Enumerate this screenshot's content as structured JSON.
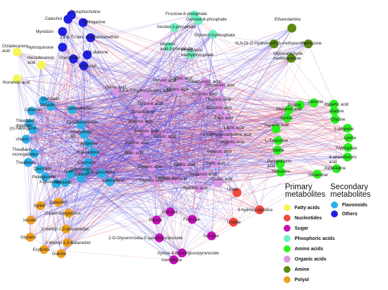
{
  "legend": {
    "primary_title": "Primary metabolites",
    "secondary_title": "Secondary metabolites",
    "primary": [
      {
        "key": "fatty",
        "label": "Fatty acids",
        "color": "#f5f55a"
      },
      {
        "key": "nuc",
        "label": "Nucleotides",
        "color": "#f04a3c"
      },
      {
        "key": "sugar",
        "label": "Sugar",
        "color": "#c410b4"
      },
      {
        "key": "phos",
        "label": "Phosphoric acids",
        "color": "#6ef0c4"
      },
      {
        "key": "amino",
        "label": "Amino acids",
        "color": "#2bf020"
      },
      {
        "key": "organic",
        "label": "Organic acids",
        "color": "#dc96e6"
      },
      {
        "key": "amine",
        "label": "Amine",
        "color": "#5a8a10"
      },
      {
        "key": "polyol",
        "label": "Polyol",
        "color": "#f0a020"
      }
    ],
    "secondary": [
      {
        "key": "flav",
        "label": "Flavonoids",
        "color": "#2ab0e6"
      },
      {
        "key": "other",
        "label": "Others",
        "color": "#2020e0"
      }
    ]
  },
  "nodes": [
    {
      "label": "Phosphocholine",
      "class": "other"
    },
    {
      "label": "Catechol",
      "class": "other"
    },
    {
      "label": "Sphinganine",
      "class": "other"
    },
    {
      "label": "Myristicin",
      "class": "other"
    },
    {
      "label": "2,4,6-Tri-tert.-butylbenzenethiol",
      "class": "other"
    },
    {
      "label": "Hydroquinone",
      "class": "other"
    },
    {
      "label": "Glycosides",
      "class": "other"
    },
    {
      "label": "1,2-diamine",
      "class": "other"
    },
    {
      "label": "acid ester",
      "class": "other"
    },
    {
      "label": "Octadecanoic acid",
      "class": "fatty"
    },
    {
      "label": "Hexadecanoic acid",
      "class": "fatty"
    },
    {
      "label": "Nonanoic acid",
      "class": "fatty"
    },
    {
      "label": "Fructose-6-phosphate",
      "class": "phos"
    },
    {
      "label": "Glucose-6-phosphate",
      "class": "phos"
    },
    {
      "label": "Inositol-1-phosphate",
      "class": "phos"
    },
    {
      "label": "Glycerol-3-phosphate",
      "class": "phos"
    },
    {
      "label": "Glyceric acid-3-phosphate",
      "class": "phos"
    },
    {
      "label": "Phosphoric triethylphosphate",
      "class": "phos"
    },
    {
      "label": "Ethanolamine",
      "class": "amine"
    },
    {
      "label": "N,N-Di-(2-Hydroxyethyl)-methylamine",
      "class": "amine"
    },
    {
      "label": "Putrescine",
      "class": "amine"
    },
    {
      "label": "Glyceraldehyde methoxyamine",
      "class": "amine"
    },
    {
      "label": "Proline",
      "class": "amino"
    },
    {
      "label": "Leucine",
      "class": "amino"
    },
    {
      "label": "Aspartic acid",
      "class": "amino"
    },
    {
      "label": "Glutamic acid",
      "class": "amino"
    },
    {
      "label": "Alanine",
      "class": "amino"
    },
    {
      "label": "Serine",
      "class": "amino"
    },
    {
      "label": "Glycine",
      "class": "amino"
    },
    {
      "label": "L-Arginine",
      "class": "amino"
    },
    {
      "label": "Aspartic acid",
      "class": "amino"
    },
    {
      "label": "L-Threonine",
      "class": "amino"
    },
    {
      "label": "Lysine",
      "class": "amino"
    },
    {
      "label": "Valine",
      "class": "amino"
    },
    {
      "label": "Tryptophan",
      "class": "amino"
    },
    {
      "label": "4-aminobutyric acid",
      "class": "amino"
    },
    {
      "label": "Pyroglutamic acid",
      "class": "amino"
    },
    {
      "label": "Threonine",
      "class": "amino"
    },
    {
      "label": "Asparagine",
      "class": "amino"
    },
    {
      "label": "Glutamine",
      "class": "amino"
    },
    {
      "label": "Uracil",
      "class": "nuc"
    },
    {
      "label": "3-hydroxy-pyridine",
      "class": "nuc"
    },
    {
      "label": "Uridine",
      "class": "nuc"
    },
    {
      "label": "Glucose",
      "class": "sugar"
    },
    {
      "label": "Fructose",
      "class": "sugar"
    },
    {
      "label": "Ribose",
      "class": "sugar"
    },
    {
      "label": "2-O-Glycerol-beta-D-galactopyranoside",
      "class": "sugar"
    },
    {
      "label": "Sucrose",
      "class": "sugar"
    },
    {
      "label": "Xylose-4-Benzylglucopyranoside",
      "class": "sugar"
    },
    {
      "label": "Isomaltose",
      "class": "sugar"
    },
    {
      "label": "Xylitol",
      "class": "polyol"
    },
    {
      "label": "Galactitol",
      "class": "polyol"
    },
    {
      "label": "Dipalmitoylglycerol",
      "class": "polyol"
    },
    {
      "label": "Inositol",
      "class": "polyol"
    },
    {
      "label": "2-methyl-1,2-propanediol",
      "class": "polyol"
    },
    {
      "label": "Glycerol",
      "class": "polyol"
    },
    {
      "label": "2-Methyl-1,3-Butanediol",
      "class": "polyol"
    },
    {
      "label": "Erythritol",
      "class": "polyol"
    },
    {
      "label": "Dulcitol",
      "class": "polyol"
    },
    {
      "label": "Quercetin",
      "class": "flav"
    },
    {
      "label": "Catechin",
      "class": "flav"
    },
    {
      "label": "Theaflavin digallate",
      "class": "flav"
    },
    {
      "label": "Malvidin",
      "class": "flav"
    },
    {
      "label": "Gallocatechin",
      "class": "flav"
    },
    {
      "label": "(±)-Naringenin",
      "class": "flav"
    },
    {
      "label": "Vitexin",
      "class": "flav"
    },
    {
      "label": "Theaflavin monogallates",
      "class": "flav"
    },
    {
      "label": "Theaflavin",
      "class": "flav"
    },
    {
      "label": "Epigallocatechin",
      "class": "flav"
    },
    {
      "label": "Procyanidin B2",
      "class": "flav"
    },
    {
      "label": "Apigenin",
      "class": "flav"
    },
    {
      "label": "Kaempferol",
      "class": "flav"
    },
    {
      "label": "Quercetin",
      "class": "flav"
    },
    {
      "label": "Coumarin",
      "class": "flav"
    },
    {
      "label": "Delphinidin",
      "class": "flav"
    },
    {
      "label": "Pelargonidin",
      "class": "flav"
    },
    {
      "label": "3-glucoside",
      "class": "flav"
    },
    {
      "label": "Myricetin",
      "class": "flav"
    },
    {
      "label": "Rutin",
      "class": "flav"
    },
    {
      "label": "Luteolin",
      "class": "flav"
    },
    {
      "label": "3-(6-glucoside)",
      "class": "flav"
    },
    {
      "label": "Kaempferol",
      "class": "flav"
    },
    {
      "label": "Quinic acid",
      "class": "organic"
    },
    {
      "label": "2,4,5-Trihydroxybutyric acid",
      "class": "organic"
    },
    {
      "label": "Threonic acid",
      "class": "organic"
    },
    {
      "label": "Tartaric acid",
      "class": "organic"
    },
    {
      "label": "Shikimic acid",
      "class": "organic"
    },
    {
      "label": "Salicylic acid",
      "class": "organic"
    },
    {
      "label": "Malonic acid",
      "class": "organic"
    },
    {
      "label": "Malic acid",
      "class": "organic"
    },
    {
      "label": "Glyceric acid",
      "class": "organic"
    },
    {
      "label": "Glycolic acid",
      "class": "organic"
    },
    {
      "label": "Citric acid",
      "class": "organic"
    },
    {
      "label": "Lactic acid",
      "class": "organic"
    },
    {
      "label": "2-methyl-Butanedioic acid",
      "class": "organic"
    },
    {
      "label": "Aconitic acid",
      "class": "organic"
    },
    {
      "label": "Benzoic acid",
      "class": "organic"
    },
    {
      "label": "Gallic acid",
      "class": "organic"
    },
    {
      "label": "Hexanoic acid",
      "class": "organic"
    },
    {
      "label": "Oxalic acid",
      "class": "organic"
    },
    {
      "label": "Succinic acid",
      "class": "organic"
    },
    {
      "label": "Fumaric acid",
      "class": "organic"
    },
    {
      "label": "Gluconic acid",
      "class": "organic"
    },
    {
      "label": "Ascorbic acid",
      "class": "organic"
    },
    {
      "label": "Threonic acid",
      "class": "organic"
    },
    {
      "label": "Maleic acid",
      "class": "organic"
    },
    {
      "label": "Pyruvic acid",
      "class": "organic"
    },
    {
      "label": "Caffeic acid",
      "class": "organic"
    },
    {
      "label": "Galacturonic acid",
      "class": "organic"
    },
    {
      "label": "Glucuronic acid",
      "class": "organic"
    },
    {
      "label": "Itaconic acid",
      "class": "organic"
    },
    {
      "label": "Vanillic acid",
      "class": "organic"
    },
    {
      "label": "Ferulic acid",
      "class": "organic"
    }
  ]
}
